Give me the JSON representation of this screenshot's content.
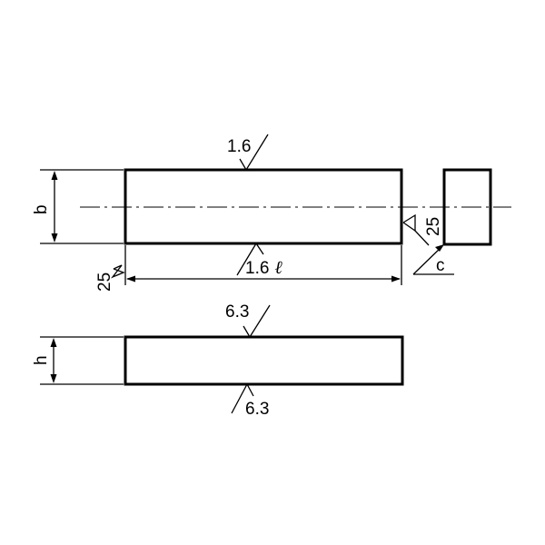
{
  "top_view": {
    "roughness_top": "1.6",
    "roughness_bottom": "1.6",
    "length_symbol": "ℓ",
    "width_label": "b",
    "end_roughness_left": "25",
    "end_roughness_right": "25"
  },
  "end_view": {
    "chamfer_label": "c"
  },
  "side_view": {
    "roughness_top": "6.3",
    "roughness_bottom": "6.3",
    "height_label": "h"
  }
}
